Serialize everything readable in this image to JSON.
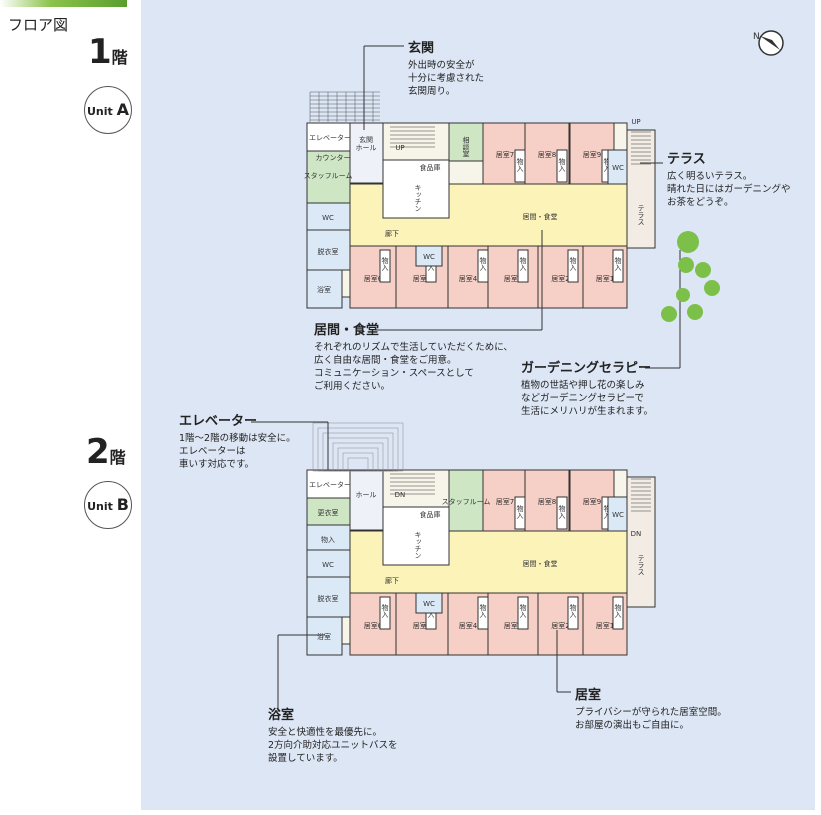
{
  "page_label": "フロア図",
  "floors": [
    {
      "number": "1",
      "suffix": "階",
      "unit_prefix": "Unit",
      "unit_letter": "A"
    },
    {
      "number": "2",
      "suffix": "階",
      "unit_prefix": "Unit",
      "unit_letter": "B"
    }
  ],
  "callouts": {
    "entrance": {
      "title": "玄関",
      "body": "外出時の安全が\n十分に考慮された\n玄関周り。"
    },
    "terrace": {
      "title": "テラス",
      "body": "広く明るいテラス。\n晴れた日にはガーデニングや\nお茶をどうぞ。"
    },
    "living": {
      "title": "居間・食堂",
      "body": "それぞれのリズムで生活していただくために、\n広く自由な居間・食堂をご用意。\nコミュニケーション・スペースとして\nご利用ください。"
    },
    "gardening": {
      "title": "ガーデニングセラピー",
      "body": "植物の世話や押し花の楽しみ\nなどガーデニングセラピーで\n生活にメリハリが生まれます。"
    },
    "elevator": {
      "title": "エレベーター",
      "body": "1階～2階の移動は安全に。\nエレベーターは\n車いす対応です。"
    },
    "bath": {
      "title": "浴室",
      "body": "安全と快適性を最優先に。\n2方向介助対応ユニットバスを\n設置しています。"
    },
    "room": {
      "title": "居室",
      "body": "プライバシーが守られた居室空間。\nお部屋の演出もご自由に。"
    }
  },
  "plan_labels": {
    "elevator": "エレベーター",
    "entrance": "玄関",
    "hall": "ホール",
    "counter": "カウンター",
    "staff_room": "スタッフルーム",
    "wc": "WC",
    "dressing": "脱衣室",
    "bath": "浴室",
    "corridor": "廊下",
    "living_dining": "居間・食堂",
    "kitchen": "キッチン",
    "storage": "物入",
    "consult": "相談室",
    "terrace": "テラス",
    "changing": "更衣室",
    "food_store": "食品庫",
    "up": "UP",
    "dn": "DN",
    "rooms_top": [
      "居室7",
      "居室8",
      "居室9"
    ],
    "rooms_bottom": [
      "居室6",
      "居室5",
      "居室4",
      "居室3",
      "居室2",
      "居室1"
    ]
  },
  "colors": {
    "room": "#f6cfc6",
    "living": "#fbf3b8",
    "wet": "#dbe9f7",
    "staff": "#cfe6c4",
    "wall": "#333333"
  }
}
